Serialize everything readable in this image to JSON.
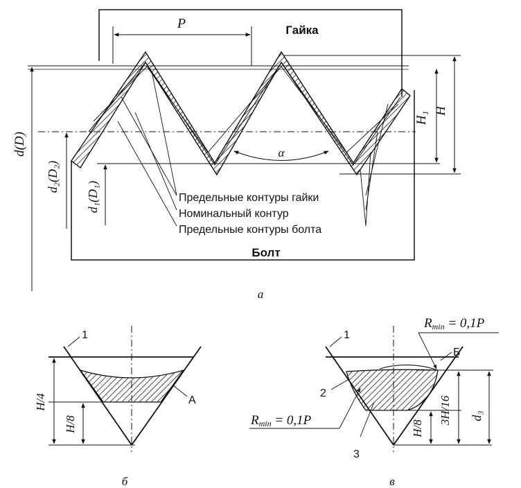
{
  "top": {
    "nut_label": "Гайка",
    "bolt_label": "Болт",
    "pitch_label": "P",
    "angle_label": "α",
    "h1_label": "H₁",
    "h_label": "H",
    "d_label": "d(D)",
    "d2_label": "d₂(D₂)",
    "d1_label": "d₁(D₁)",
    "legend_nut": "Предельные контуры гайки",
    "legend_nominal": "Номинальный контур",
    "legend_bolt": "Предельные контуры болта",
    "caption": "а"
  },
  "bottom_left": {
    "label_1": "1",
    "label_a": "А",
    "h4": "H/4",
    "h8": "H/8",
    "caption": "б"
  },
  "bottom_right": {
    "label_1": "1",
    "label_2": "2",
    "label_3": "3",
    "label_b": "Б",
    "rmin_top": "R",
    "rmin_bottom": "R",
    "rmin_sub": "min",
    "rmin_eq": " = 0,1P",
    "h8": "H/8",
    "h3_16": "3H/16",
    "d3": "d₃",
    "caption": "в"
  }
}
